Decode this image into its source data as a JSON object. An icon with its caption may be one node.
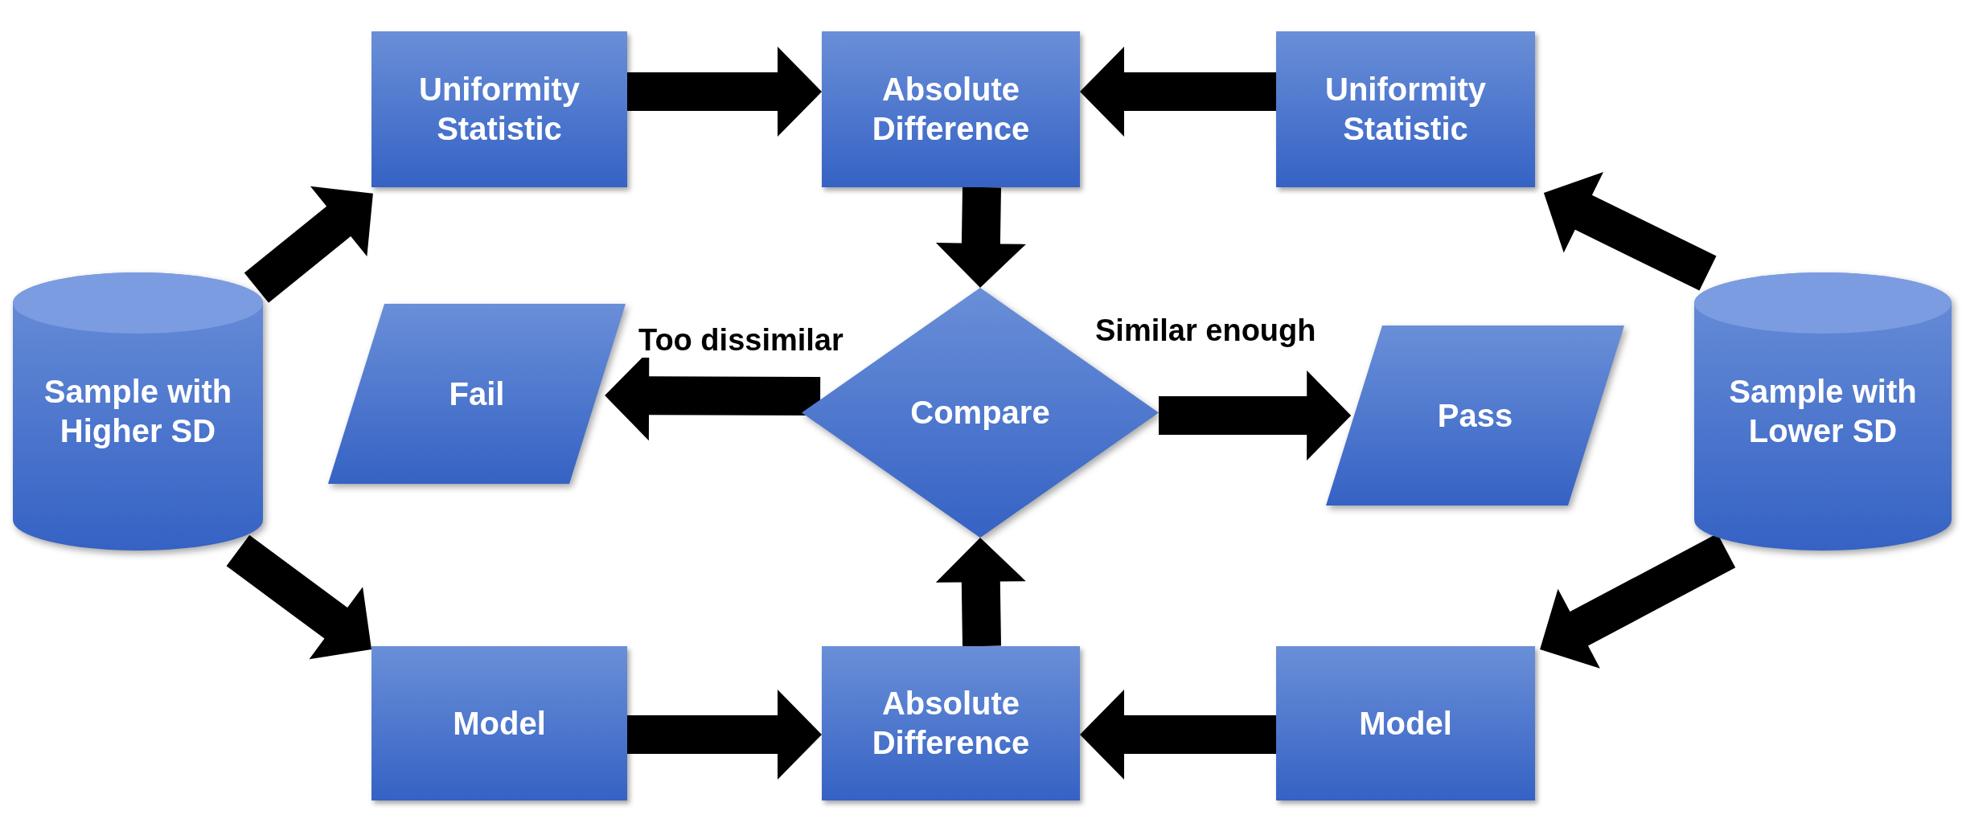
{
  "diagram": {
    "nodes": [
      {
        "text": [
          "Sample with Higher SD"
        ]
      },
      {
        "text": [
          "Uniformity Statistic"
        ]
      },
      {
        "text": [
          "Absolute Difference"
        ]
      },
      {
        "text": [
          "Uniformity Statistic"
        ]
      },
      {
        "text": [
          "Sample with Lower SD"
        ]
      },
      {
        "text": [
          "Fail"
        ]
      },
      {
        "text": [
          "Compare"
        ]
      },
      {
        "text": [
          "Pass"
        ]
      },
      {
        "text": [
          "Model"
        ]
      },
      {
        "text": [
          "Absolute Difference"
        ]
      },
      {
        "text": [
          "Model"
        ]
      }
    ],
    "edges": [
      {
        "from": 0,
        "to": 1,
        "arrow": "to"
      },
      {
        "from": 0,
        "to": 8,
        "arrow": "to"
      },
      {
        "from": 1,
        "to": 2,
        "arrow": "to"
      },
      {
        "from": 3,
        "to": 2,
        "arrow": "to"
      },
      {
        "from": 4,
        "to": 3,
        "arrow": "to"
      },
      {
        "from": 4,
        "to": 10,
        "arrow": "to"
      },
      {
        "from": 8,
        "to": 9,
        "arrow": "to"
      },
      {
        "from": 10,
        "to": 9,
        "arrow": "to"
      },
      {
        "from": 2,
        "to": 6,
        "arrow": "to"
      },
      {
        "from": 9,
        "to": 6,
        "arrow": "to"
      },
      {
        "from": 6,
        "to": 5,
        "arrow": "to",
        "label": "Too dissimilar"
      },
      {
        "from": 6,
        "to": 7,
        "arrow": "to",
        "label": "Similar enough"
      }
    ]
  }
}
